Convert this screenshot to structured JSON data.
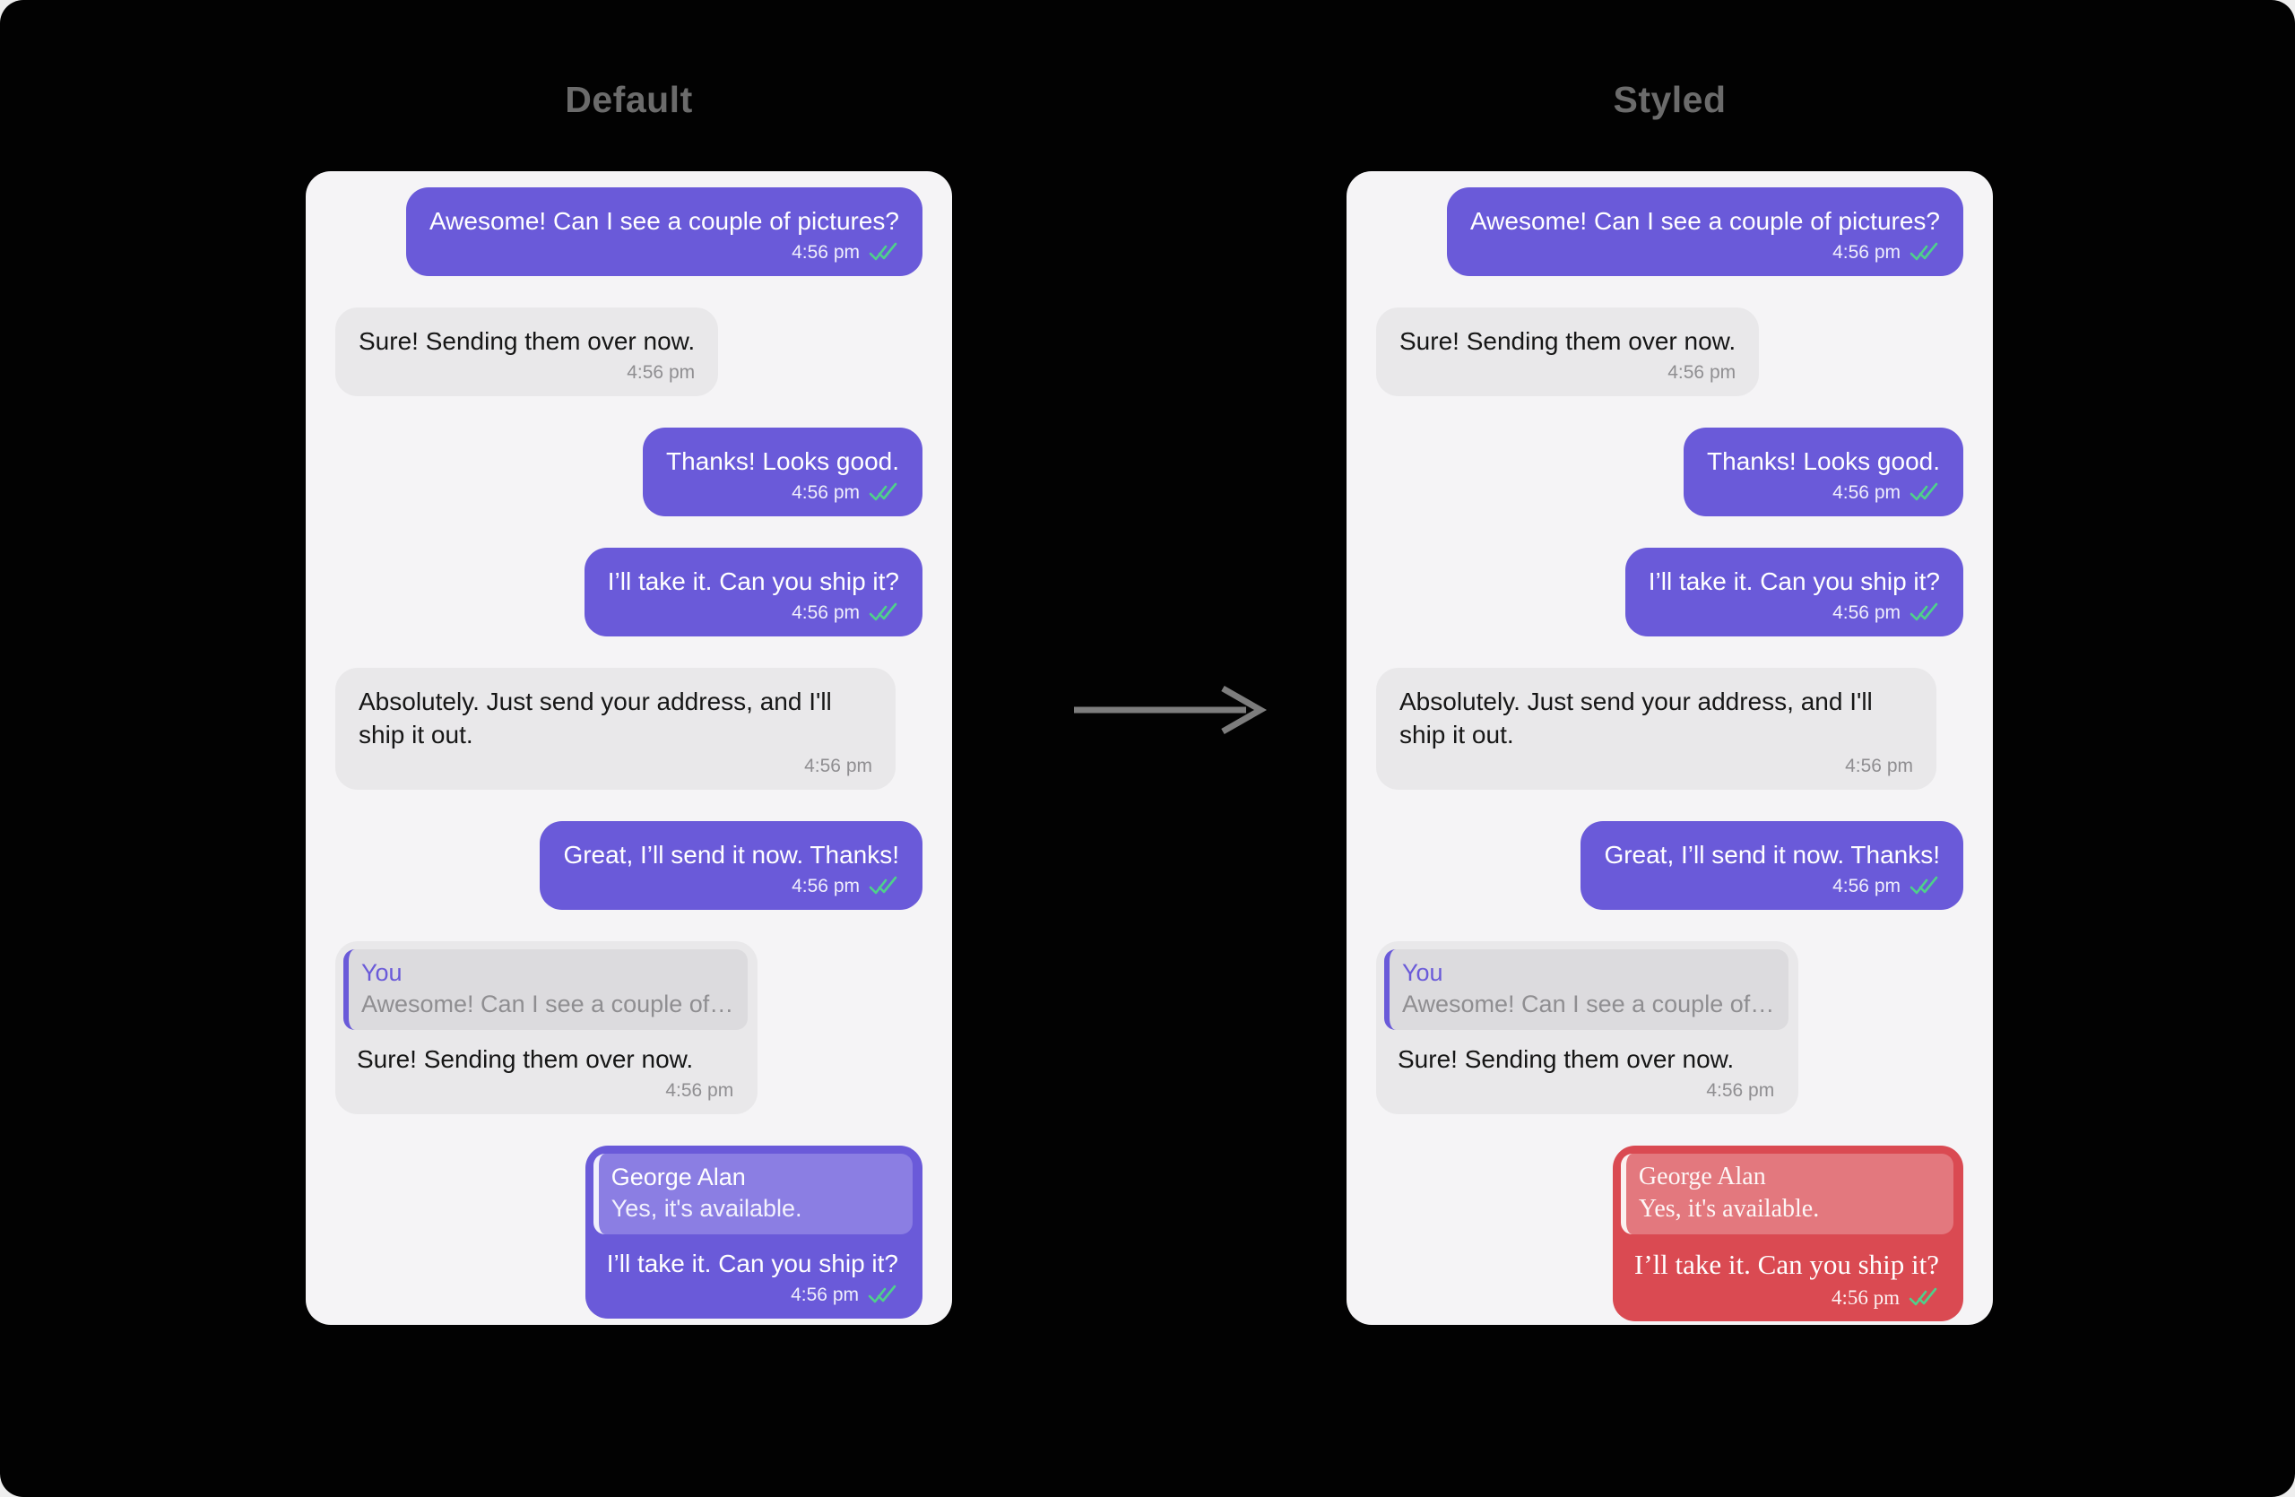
{
  "titles": {
    "left": "Default",
    "right": "Styled"
  },
  "colors": {
    "canvas_bg": "#020202",
    "panel_bg": "#f5f4f6",
    "accent_purple": "#6a5ad9",
    "accent_purple_quote_bg": "#8b7ee3",
    "styled_red": "#da4a52",
    "styled_red_quote_bg": "#e3787e",
    "received_bubble": "#e9e8ea",
    "received_quote_bg": "#dcdbde",
    "tick_green": "#4fd08b",
    "title_gray": "#6b6b6b",
    "arrow_gray": "#7d7d7d"
  },
  "conversation": {
    "messages": [
      {
        "direction": "sent",
        "text": "Awesome! Can I see a couple of pictures?",
        "time": "4:56 pm",
        "read": true
      },
      {
        "direction": "received",
        "text": "Sure! Sending them over now.",
        "time": "4:56 pm",
        "read": false
      },
      {
        "direction": "sent",
        "text": "Thanks! Looks good.",
        "time": "4:56 pm",
        "read": true
      },
      {
        "direction": "sent",
        "text": "I’ll take it. Can you ship it?",
        "time": "4:56 pm",
        "read": true
      },
      {
        "direction": "received",
        "text": "Absolutely. Just send your address, and I'll ship it out.",
        "time": "4:56 pm",
        "read": false
      },
      {
        "direction": "sent",
        "text": "Great, I’ll send it now. Thanks!",
        "time": "4:56 pm",
        "read": true
      },
      {
        "direction": "received",
        "reply": {
          "author": "You",
          "snippet": "Awesome! Can I see a couple of…"
        },
        "text": "Sure! Sending them over now.",
        "time": "4:56 pm",
        "read": false
      },
      {
        "direction": "sent",
        "reply": {
          "author": "George Alan",
          "snippet": "Yes, it's available."
        },
        "text": "I’ll take it. Can you ship it?",
        "time": "4:56 pm",
        "read": true
      }
    ]
  },
  "panels": [
    {
      "key": "default",
      "styled_last": false
    },
    {
      "key": "styled",
      "styled_last": true
    }
  ],
  "arrow": {
    "icon": "right-arrow-icon"
  }
}
